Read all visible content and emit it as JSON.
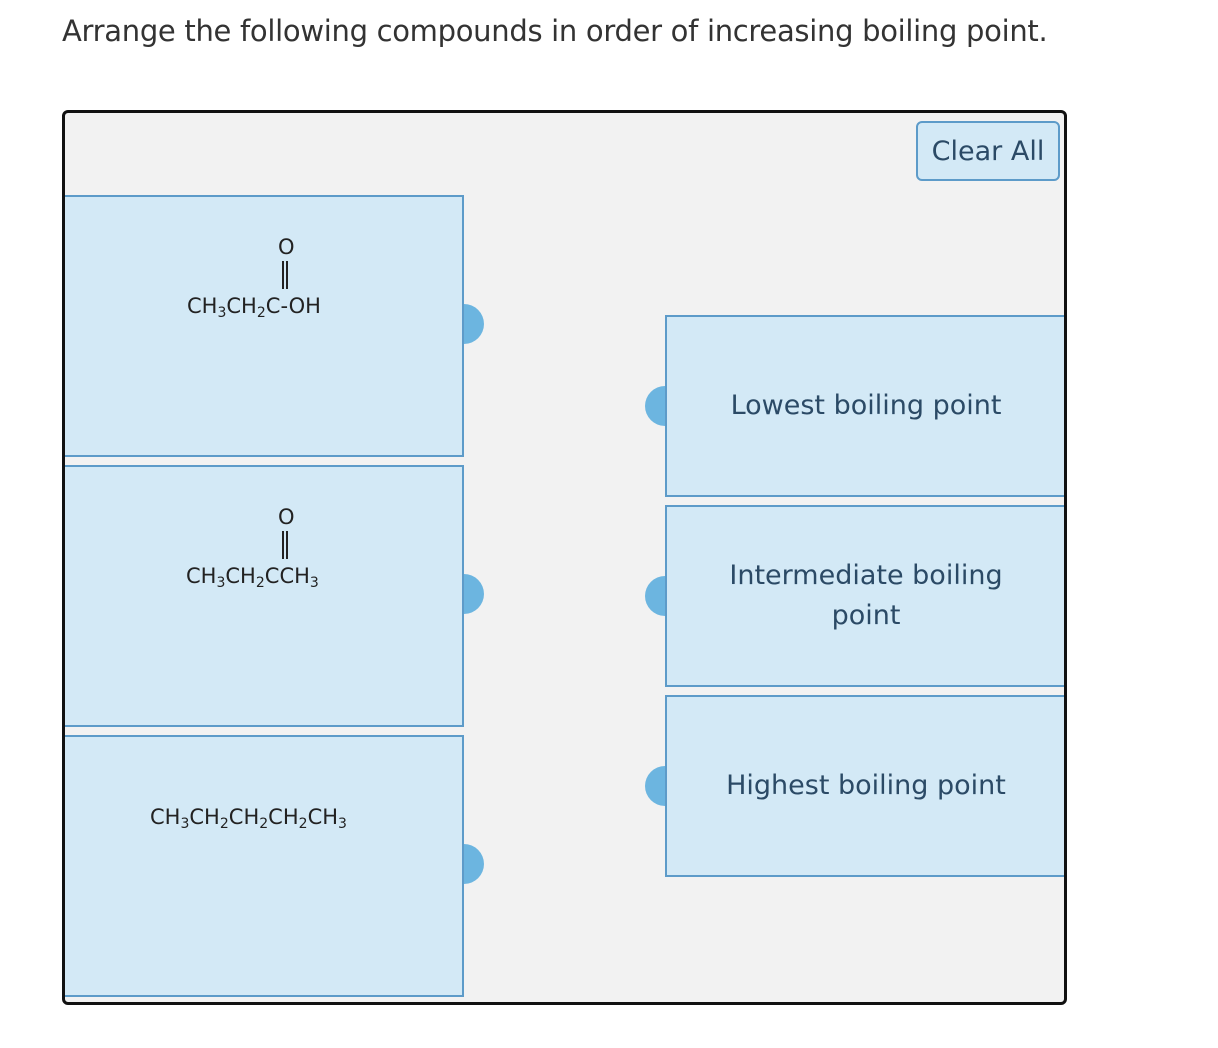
{
  "question": "Arrange the following compounds in order of increasing boiling point.",
  "clear_all_label": "Clear All",
  "compounds": [
    {
      "formula": {
        "p1": "CH",
        "s1": "3",
        "p2": "CH",
        "s2": "2",
        "p3": "C-OH"
      },
      "carbonyl_atom": "O"
    },
    {
      "formula": {
        "p1": "CH",
        "s1": "3",
        "p2": "CH",
        "s2": "2",
        "p3": "CCH",
        "s3": "3"
      },
      "carbonyl_atom": "O"
    },
    {
      "formula": {
        "p1": "CH",
        "s1": "3",
        "p2": "CH",
        "s2": "2",
        "p3": "CH",
        "s3": "2",
        "p4": "CH",
        "s4": "2",
        "p5": "CH",
        "s5": "3"
      }
    }
  ],
  "targets": [
    {
      "label": "Lowest boiling point"
    },
    {
      "label": "Intermediate boiling point"
    },
    {
      "label": "Highest boiling point"
    }
  ],
  "colors": {
    "card_bg": "#d3e9f6",
    "card_border": "#5d9bc9",
    "connector": "#6cb5e0",
    "label_text": "#2b4a66",
    "workspace_bg": "#f2f2f2"
  }
}
